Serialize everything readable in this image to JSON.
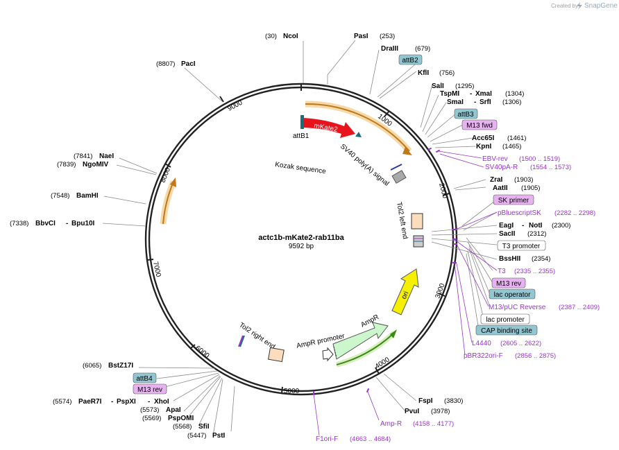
{
  "credit": {
    "prefix": "Created by",
    "brand": "SnapGene"
  },
  "plasmid": {
    "name": "actc1b-mKate2-rab11ba",
    "length": "9592 bp"
  },
  "ticks": [
    "1000",
    "2000",
    "3000",
    "4000",
    "5000",
    "6000",
    "7000",
    "8000",
    "9000"
  ],
  "sites": [
    {
      "pos": "(30)",
      "name": "NcoI"
    },
    {
      "name": "PasI",
      "pos": "(253)"
    },
    {
      "name": "DraIII",
      "pos": "(679)"
    },
    {
      "name": "KflI",
      "pos": "(756)"
    },
    {
      "name": "SalI",
      "pos": "(1295)"
    },
    {
      "name": "TspMI",
      "name2": "XmaI",
      "pos": "(1304)"
    },
    {
      "name": "SmaI",
      "name2": "SrfI",
      "pos": "(1306)"
    },
    {
      "name": "Acc65I",
      "pos": "(1461)"
    },
    {
      "name": "KpnI",
      "pos": "(1465)"
    },
    {
      "name": "ZraI",
      "pos": "(1903)"
    },
    {
      "name": "AatII",
      "pos": "(1905)"
    },
    {
      "name": "EagI",
      "name2": "NotI",
      "pos": "(2300)"
    },
    {
      "name": "SacII",
      "pos": "(2312)"
    },
    {
      "name": "BssHII",
      "pos": "(2354)"
    },
    {
      "name": "FspI",
      "pos": "(3830)"
    },
    {
      "name": "PvuI",
      "pos": "(3978)"
    },
    {
      "pos": "(8807)",
      "name": "PacI"
    },
    {
      "pos": "(7841)",
      "name": "NaeI"
    },
    {
      "pos": "(7839)",
      "name": "NgoMIV"
    },
    {
      "pos": "(7548)",
      "name": "BamHI"
    },
    {
      "pos": "(7338)",
      "name": "BbvCI",
      "name2": "Bpu10I"
    },
    {
      "pos": "(6065)",
      "name": "BstZ17I"
    },
    {
      "pos": "(5574)",
      "name": "PaeR7I",
      "name2": "PspXI",
      "name3": "XhoI"
    },
    {
      "pos": "(5573)",
      "name": "ApaI"
    },
    {
      "pos": "(5569)",
      "name": "PspOMI"
    },
    {
      "pos": "(5568)",
      "name": "SfiI"
    },
    {
      "pos": "(5447)",
      "name": "PstI"
    }
  ],
  "primers": [
    {
      "name": "EBV-rev",
      "range": "(1500 .. 1519)"
    },
    {
      "name": "SV40pA-R",
      "range": "(1554 .. 1573)"
    },
    {
      "name": "pBluescriptSK",
      "range": "(2282 .. 2298)"
    },
    {
      "name": "T3",
      "range": "(2335 .. 2355)"
    },
    {
      "name": "M13/pUC Reverse",
      "range": "(2387 .. 2409)"
    },
    {
      "name": "L4440",
      "range": "(2605 .. 2622)"
    },
    {
      "name": "pBR322ori-F",
      "range": "(2856 .. 2875)"
    },
    {
      "name": "Amp-R",
      "range": "(4158 .. 4177)"
    },
    {
      "name": "F1ori-F",
      "range": "(4663 .. 4684)"
    }
  ],
  "boxes": {
    "attB2": "attB2",
    "attB3": "attB3",
    "m13fwd": "M13 fwd",
    "skprimer": "SK primer",
    "t3promoter": "T3 promoter",
    "m13rev": "M13 rev",
    "lacoperator": "lac operator",
    "lacpromoter": "lac promoter",
    "cap": "CAP binding site",
    "attB4": "attB4",
    "m13rev2": "M13 rev"
  },
  "features": {
    "mkate2": "mKate2",
    "attb1": "attB1",
    "kozak": "Kozak sequence",
    "sv40": "SV40 poly(A) signal",
    "tol2left": "Tol2 left end",
    "ori": "ori",
    "ampr": "AmpR",
    "amprpromoter": "AmpR promoter",
    "tol2right": "Tol2 right end"
  },
  "colors": {
    "backbone": "#222222",
    "mkate2": "#e8141c",
    "ori": "#f5f000",
    "ampr": "#ccf7cc",
    "orf_arrow": "#c07818",
    "green_arrow": "#3a8a14",
    "primer": "#9933cc",
    "attb_box": "#93c6d0",
    "primer_box": "#e6b3f0"
  }
}
